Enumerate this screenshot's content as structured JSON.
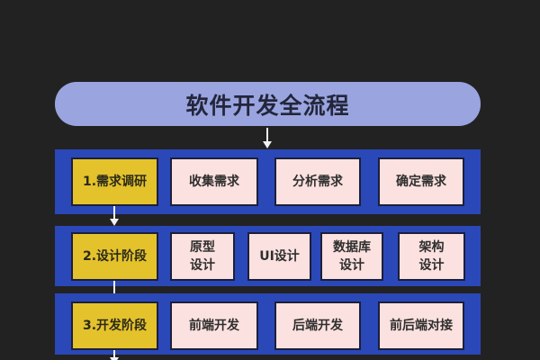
{
  "title": "软件开发全流程",
  "colors": {
    "background": "#222222",
    "title_pill": "#9aa4df",
    "panel": "#2b48b8",
    "stage_box": "#e4c22c",
    "task_box": "#fbe1df",
    "arrow": "#f2f2f2"
  },
  "stages": [
    {
      "label": "1.需求调研",
      "tasks": [
        "收集需求",
        "分析需求",
        "确定需求"
      ]
    },
    {
      "label": "2.设计阶段",
      "tasks": [
        "原型\n设计",
        "UI设计",
        "数据库\n设计",
        "架构\n设计"
      ]
    },
    {
      "label": "3.开发阶段",
      "tasks": [
        "前端开发",
        "后端开发",
        "前后端对接"
      ]
    }
  ]
}
